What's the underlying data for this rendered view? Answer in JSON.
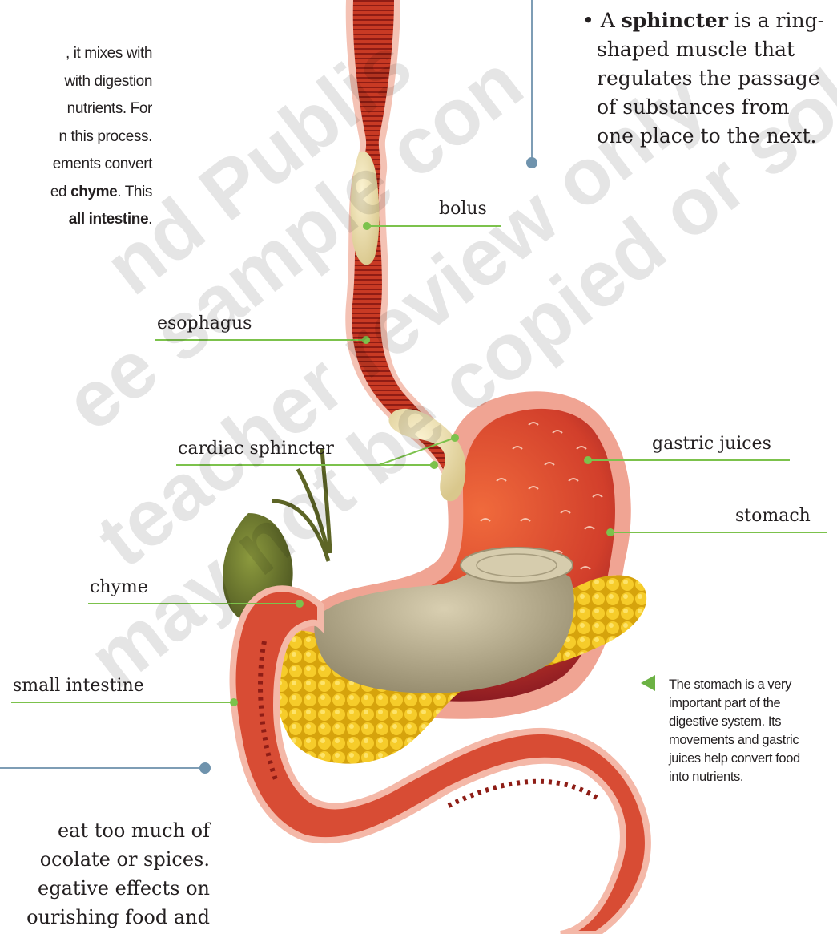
{
  "left_paragraph": {
    "line1": ", it mixes with",
    "line2": "with digestion",
    "line3": "nutrients. For",
    "line4": "n this process.",
    "line5": "ements convert",
    "line6_pre": "ed ",
    "line6_bold": "chyme",
    "line6_post": ". This",
    "line7_bold": "all intestine",
    "line7_post": "."
  },
  "sphincter_definition": {
    "bullet": "•",
    "a": "A ",
    "term": "sphincter",
    "line1_rest": " is a ring-",
    "line2": "shaped muscle that",
    "line3": "regulates the passage",
    "line4": "of substances from",
    "line5": "one place to the next."
  },
  "labels": {
    "bolus": "bolus",
    "esophagus": "esophagus",
    "cardiac_sphincter": "cardiac sphincter",
    "gastric_juices": "gastric juices",
    "stomach": "stomach",
    "chyme": "chyme",
    "small_intestine": "small intestine"
  },
  "caption": {
    "line1": "The stomach is a very",
    "line2": "important part of the",
    "line3": "digestive system. Its",
    "line4": "movements and gastric",
    "line5": "juices help convert food",
    "line6": "into nutrients."
  },
  "bottom_paragraph": {
    "line1": "eat too much of",
    "line2": "ocolate or spices.",
    "line3": "egative effects on",
    "line4": "ourishing food and"
  },
  "watermark": [
    "nd Publis",
    "ee sample con",
    "teacher review only",
    "may not be copied or sold"
  ],
  "colors": {
    "leader_green": "#7cc24c",
    "divider_blue": "#7e9db5",
    "dot_blue": "#6f93ad",
    "caption_marker": "#6cb244",
    "organ_red": "#c23b22",
    "lining_pink": "#f2b9ad",
    "pancreas_yellow": "#f0c419",
    "gallbladder_olive": "#6e7a2c"
  }
}
